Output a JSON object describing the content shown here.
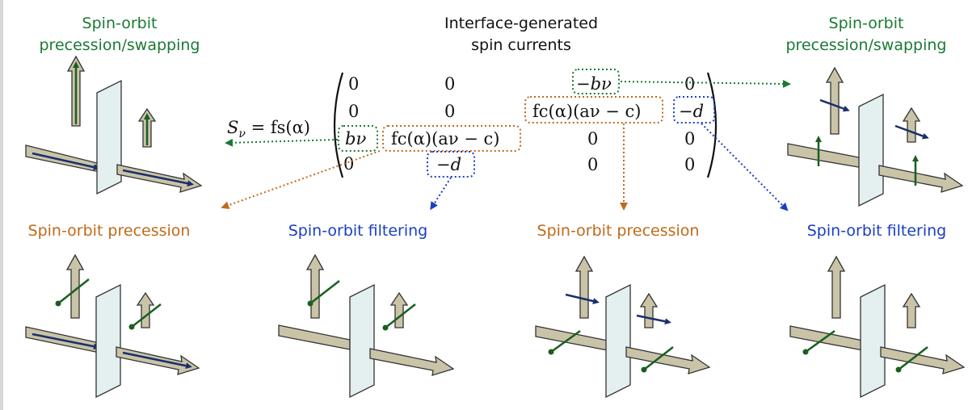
{
  "labels": {
    "top_center_line1": "Interface-generated",
    "top_center_line2": "spin currents",
    "top_left_line1": "Spin-orbit",
    "top_left_line2": "precession/swapping",
    "top_right_line1": "Spin-orbit",
    "top_right_line2": "precession/swapping",
    "bottom_1": "Spin-orbit precession",
    "bottom_2": "Spin-orbit filtering",
    "bottom_3": "Spin-orbit precession",
    "bottom_4": "Spin-orbit filtering"
  },
  "equation": {
    "lhs": "S",
    "lhs_sub": "ν",
    "prefactor": "= fs(α)",
    "rows": [
      [
        "0",
        "0",
        "−bν",
        "0"
      ],
      [
        "0",
        "0",
        "fc(α)(aν − c)",
        "−d"
      ],
      [
        "bν",
        "fc(α)(aν − c)",
        "0",
        "0"
      ],
      [
        "0",
        "−d",
        "0",
        "0"
      ]
    ]
  },
  "colors": {
    "green": "#1a7a34",
    "orange": "#c06a1a",
    "blue": "#1a3fc2",
    "arrow_fill": "#c9c4a8",
    "panel_fill": "#e4efef"
  }
}
